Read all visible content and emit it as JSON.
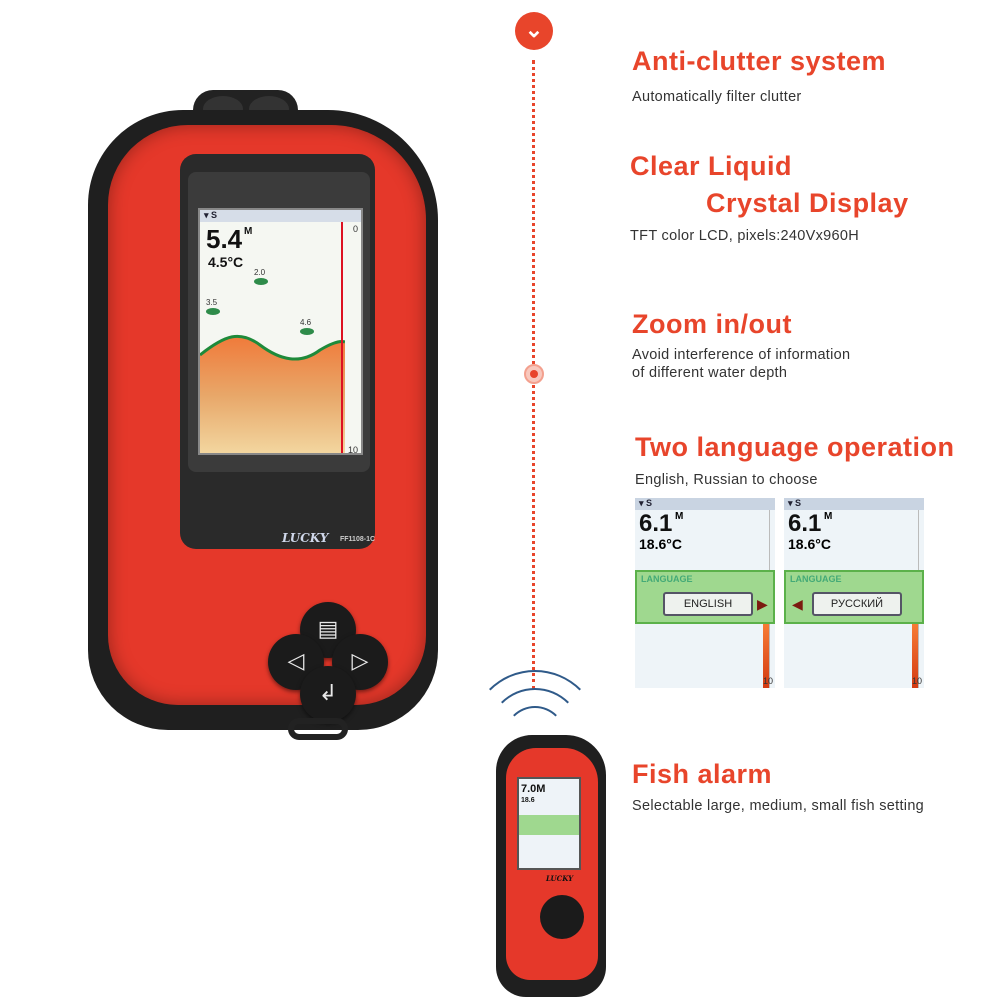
{
  "features": [
    {
      "title": "Anti-clutter system",
      "desc": "Automatically filter clutter"
    },
    {
      "title_line1": "Clear Liquid",
      "title_line2": "Crystal Display",
      "desc": "TFT color LCD, pixels:240Vx960H"
    },
    {
      "title": "Zoom in/out",
      "desc_line1": "Avoid interference of information",
      "desc_line2": "of different water depth"
    },
    {
      "title": "Two language operation",
      "desc": "English, Russian to choose"
    },
    {
      "title": "Fish alarm",
      "desc": "Selectable large, medium, small fish setting"
    }
  ],
  "main_device": {
    "brand": "LUCKY",
    "model": "FF1108-1C",
    "depth": "5.4",
    "depth_unit": "M",
    "temp": "4.5°C",
    "fish_marks": [
      "2.0",
      "3.5",
      "4.6"
    ],
    "scale_top": "0",
    "scale_bottom": "10",
    "status": "▾ S"
  },
  "language_screens": [
    {
      "depth": "6.1",
      "unit": "M",
      "temp": "18.6°C",
      "label": "LANGUAGE",
      "option": "ENGLISH",
      "arrow": "▶",
      "scale_bottom": "10",
      "status": "▾ S"
    },
    {
      "depth": "6.1",
      "unit": "M",
      "temp": "18.6°C",
      "label": "LANGUAGE",
      "option": "РУССКИЙ",
      "arrow": "◀",
      "scale_bottom": "10",
      "status": "▾ S"
    }
  ],
  "small_device": {
    "brand": "LUCKY",
    "depth": "7.0M",
    "temp": "18.6"
  },
  "colors": {
    "accent": "#e8452b",
    "device_red": "#e5382a",
    "device_black": "#1f1f1f"
  },
  "icons": {
    "timeline_top": "chevron-down-icon",
    "pad_up": "menu-icon",
    "pad_left": "left-arrow-icon",
    "pad_right": "right-arrow-icon",
    "pad_down": "enter-icon"
  }
}
